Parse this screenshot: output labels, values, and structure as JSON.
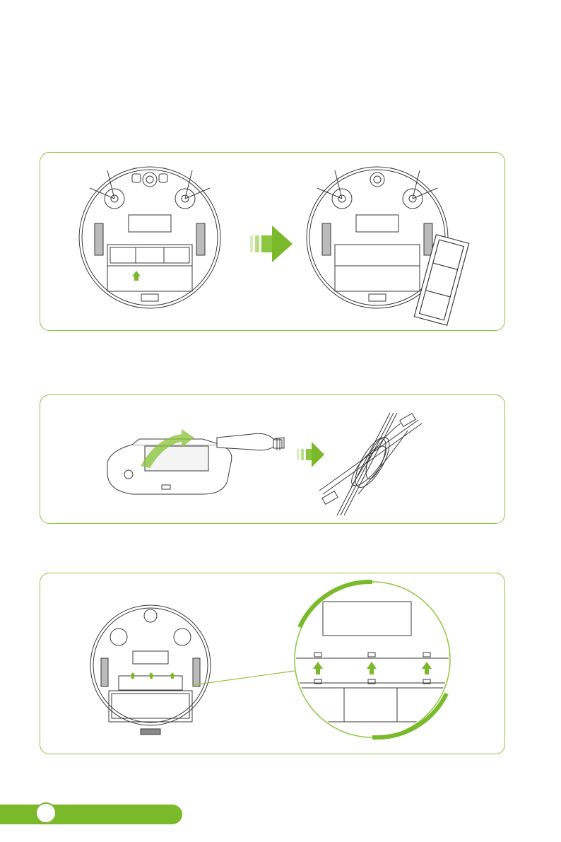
{
  "page": {
    "number": ""
  },
  "colors": {
    "accent": "#7ab929",
    "frame": "#8cc63f",
    "line": "#3a3a3a"
  },
  "panels": [
    {
      "id": "step-remove-brush",
      "illustrations": [
        "robot-bottom-view",
        "arrow-right-icon",
        "robot-bottom-view-brush-removed"
      ]
    },
    {
      "id": "step-clean-brush",
      "illustrations": [
        "brush-cover-open",
        "cleaning-tool",
        "arrow-right-icon",
        "tangled-roller-brush"
      ]
    },
    {
      "id": "step-reinstall-brush",
      "illustrations": [
        "robot-bottom-view",
        "zoom-detail-circle",
        "arrow-up-icon"
      ]
    }
  ]
}
